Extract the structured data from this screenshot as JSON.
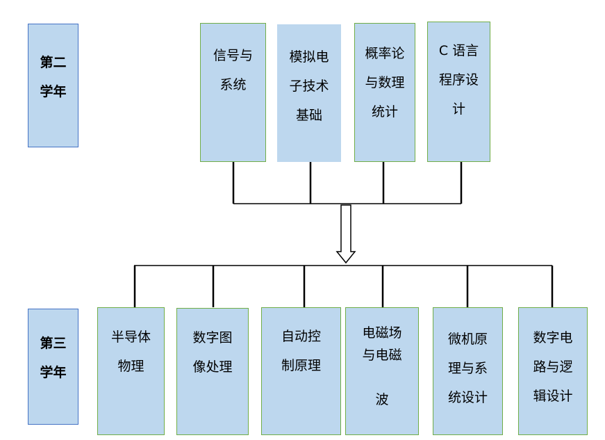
{
  "colors": {
    "box_fill": "#bdd7ee",
    "year_border": "#4472c4",
    "course_border": "#70ad47",
    "line": "#000000"
  },
  "year2": {
    "label": "第二\n学年"
  },
  "year3": {
    "label": "第三\n学年"
  },
  "year2_courses": [
    {
      "label": "信号与\n系统"
    },
    {
      "label": "模拟电\n子技术\n基础"
    },
    {
      "label": "概率论\n与数理\n统计"
    },
    {
      "label": "C 语言\n程序设\n计"
    }
  ],
  "year3_courses": [
    {
      "label": "半导体\n物理"
    },
    {
      "label": "数字图\n像处理"
    },
    {
      "label": "自动控\n制原理"
    },
    {
      "label": "电磁场\n与电磁\n\n波"
    },
    {
      "label": "微机原\n理与系\n统设计"
    },
    {
      "label": "数字电\n路与逻\n辑设计"
    }
  ]
}
